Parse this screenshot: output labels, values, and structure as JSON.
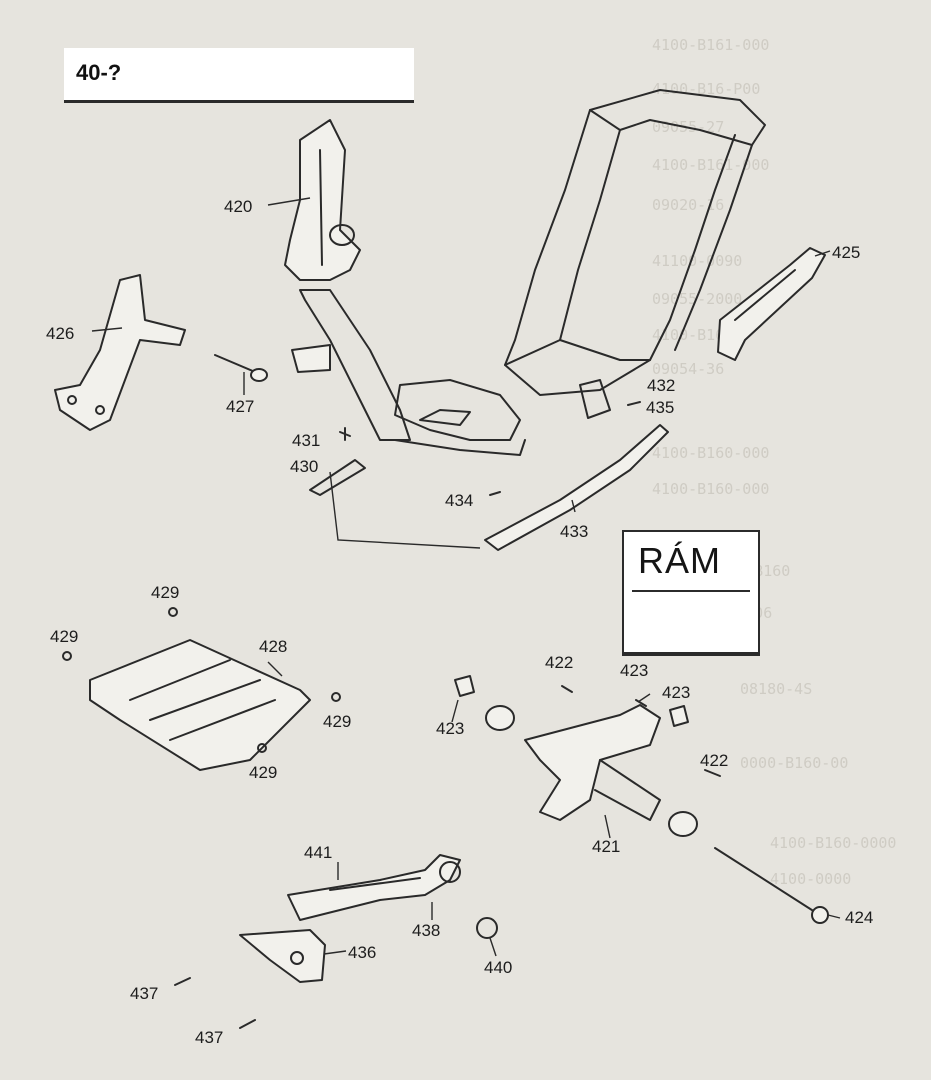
{
  "page_code": "40-?",
  "caption": "RÁM",
  "callouts": [
    {
      "id": "420",
      "text": "420"
    },
    {
      "id": "425",
      "text": "425"
    },
    {
      "id": "426",
      "text": "426"
    },
    {
      "id": "427",
      "text": "427"
    },
    {
      "id": "431",
      "text": "431"
    },
    {
      "id": "430",
      "text": "430"
    },
    {
      "id": "432",
      "text": "432"
    },
    {
      "id": "435",
      "text": "435"
    },
    {
      "id": "434",
      "text": "434"
    },
    {
      "id": "433",
      "text": "433"
    },
    {
      "id": "429a",
      "text": "429"
    },
    {
      "id": "429b",
      "text": "429"
    },
    {
      "id": "428",
      "text": "428"
    },
    {
      "id": "429c",
      "text": "429"
    },
    {
      "id": "429d",
      "text": "429"
    },
    {
      "id": "422a",
      "text": "422"
    },
    {
      "id": "423a",
      "text": "423"
    },
    {
      "id": "423b",
      "text": "423"
    },
    {
      "id": "423c",
      "text": "423"
    },
    {
      "id": "422b",
      "text": "422"
    },
    {
      "id": "421",
      "text": "421"
    },
    {
      "id": "441",
      "text": "441"
    },
    {
      "id": "438",
      "text": "438"
    },
    {
      "id": "436",
      "text": "436"
    },
    {
      "id": "440",
      "text": "440"
    },
    {
      "id": "424",
      "text": "424"
    },
    {
      "id": "437a",
      "text": "437"
    },
    {
      "id": "437b",
      "text": "437"
    }
  ]
}
